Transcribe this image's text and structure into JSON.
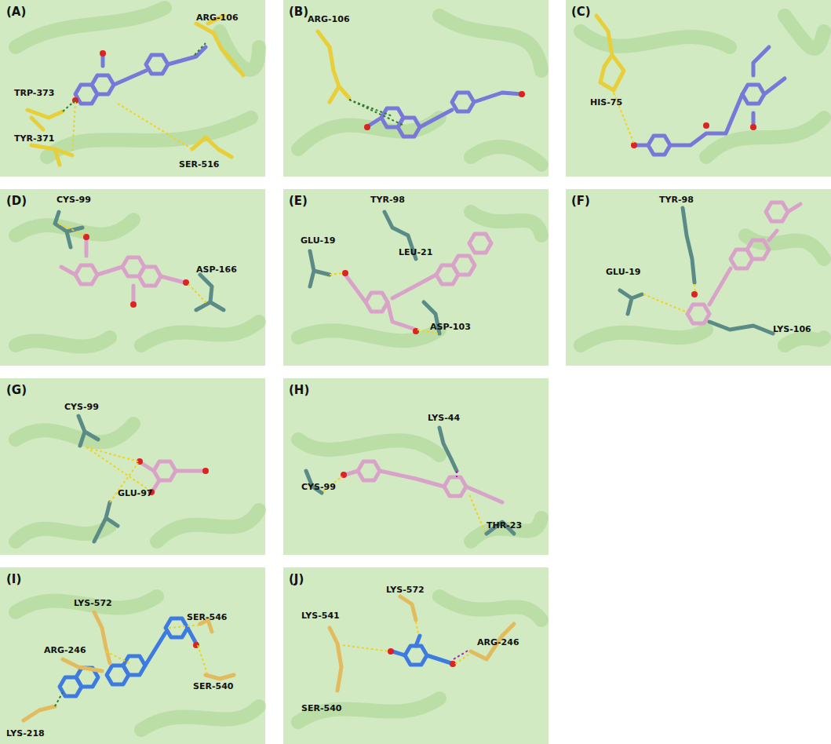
{
  "diagram": {
    "labels": [
      "(A)",
      "ARG-106",
      "TRP-373",
      "TYR-371",
      "SER-516",
      "(B)",
      "ARG-106",
      "(C)",
      "HIS-75",
      "(D)",
      "CYS-99",
      "ASP-166",
      "(E)",
      "TYR-98",
      "GLU-19",
      "LEU-21",
      "ASP-103",
      "(F)",
      "TYR-98",
      "GLU-19",
      "LYS-106",
      "(G)",
      "CYS-99",
      "GLU-97",
      "(H)",
      "LYS-44",
      "CYS-99",
      "THR-23",
      "(I)",
      "LYS-572",
      "SER-546",
      "ARG-246",
      "SER-540",
      "LYS-218",
      "(J)",
      "LYS-541",
      "LYS-572",
      "SER-540",
      "ARG-246"
    ]
  }
}
